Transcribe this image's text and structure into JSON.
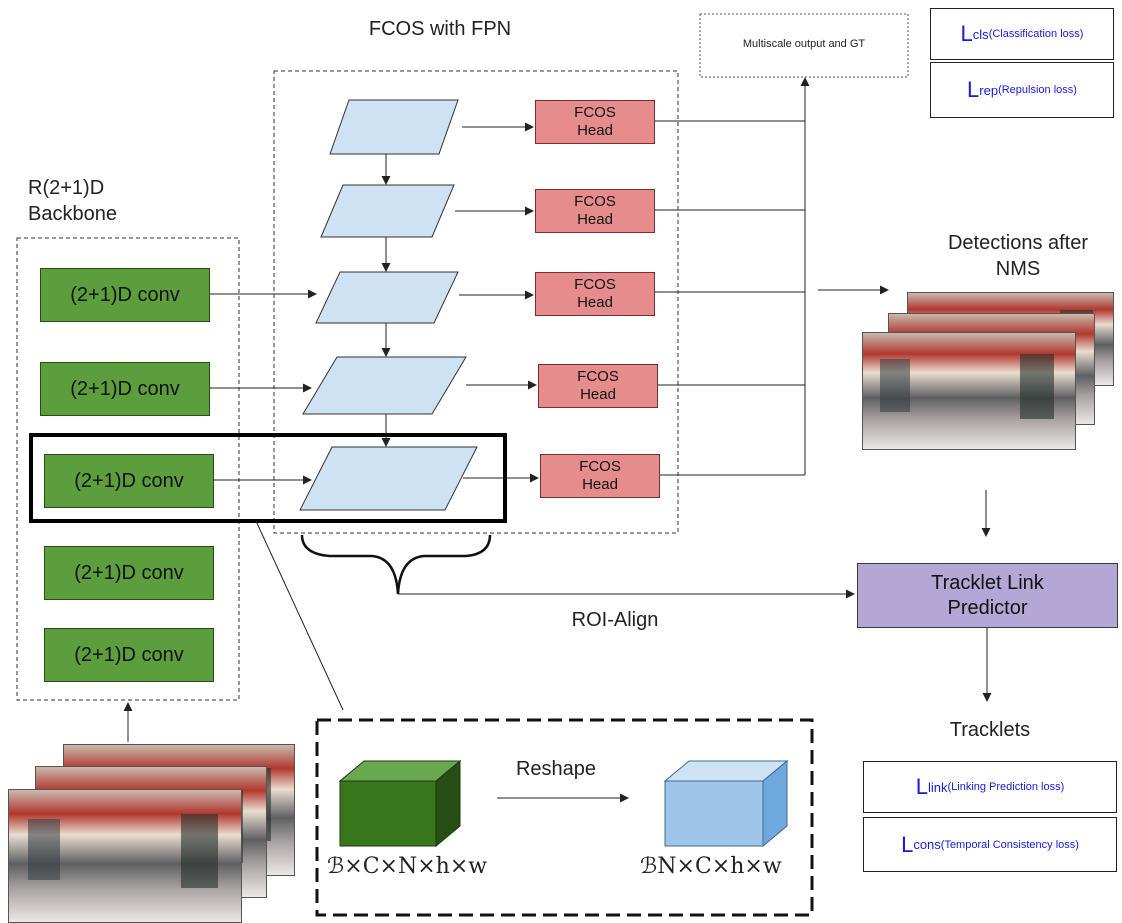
{
  "titles": {
    "fcos": "FCOS with FPN",
    "backbone_line1": "R(2+1)D",
    "backbone_line2": "Backbone",
    "detections_line1": "Detections after",
    "detections_line2": "NMS",
    "roi_align": "ROI-Align",
    "reshape": "Reshape",
    "tracklets": "Tracklets",
    "multiscale": "Multiscale output and GT"
  },
  "backbone_blocks": [
    "(2+1)D conv",
    "(2+1)D conv",
    "(2+1)D conv",
    "(2+1)D conv",
    "(2+1)D conv"
  ],
  "fcos_heads": [
    {
      "line1": "FCOS",
      "line2": "Head"
    },
    {
      "line1": "FCOS",
      "line2": "Head"
    },
    {
      "line1": "FCOS",
      "line2": "Head"
    },
    {
      "line1": "FCOS",
      "line2": "Head"
    },
    {
      "line1": "FCOS",
      "line2": "Head"
    }
  ],
  "tracklet_link_predictor": {
    "line1": "Tracklet Link",
    "line2": "Predictor"
  },
  "losses": {
    "cls": {
      "L": "L",
      "sub": "cls",
      "desc": "(Classification loss)"
    },
    "rep": {
      "L": "L",
      "sub": "rep",
      "desc": "(Repulsion loss)"
    },
    "link": {
      "L": "L",
      "sub": "link",
      "desc": "(Linking Prediction loss)"
    },
    "cons": {
      "L": "L",
      "sub": "cons",
      "desc": "(Temporal Consistency loss)"
    }
  },
  "tensors": {
    "before": "ℬ×C×N×h×w",
    "after": "ℬN×C×h×w"
  },
  "colors": {
    "conv_green": "#5c9e3d",
    "fpn_blue": "#cfe2f3",
    "head_red": "#e68c8c",
    "predictor_purple": "#b4a7d6",
    "loss_text_blue": "#1a1adb",
    "cube_green": "#38761d",
    "cube_blue": "#9fc5e8"
  }
}
